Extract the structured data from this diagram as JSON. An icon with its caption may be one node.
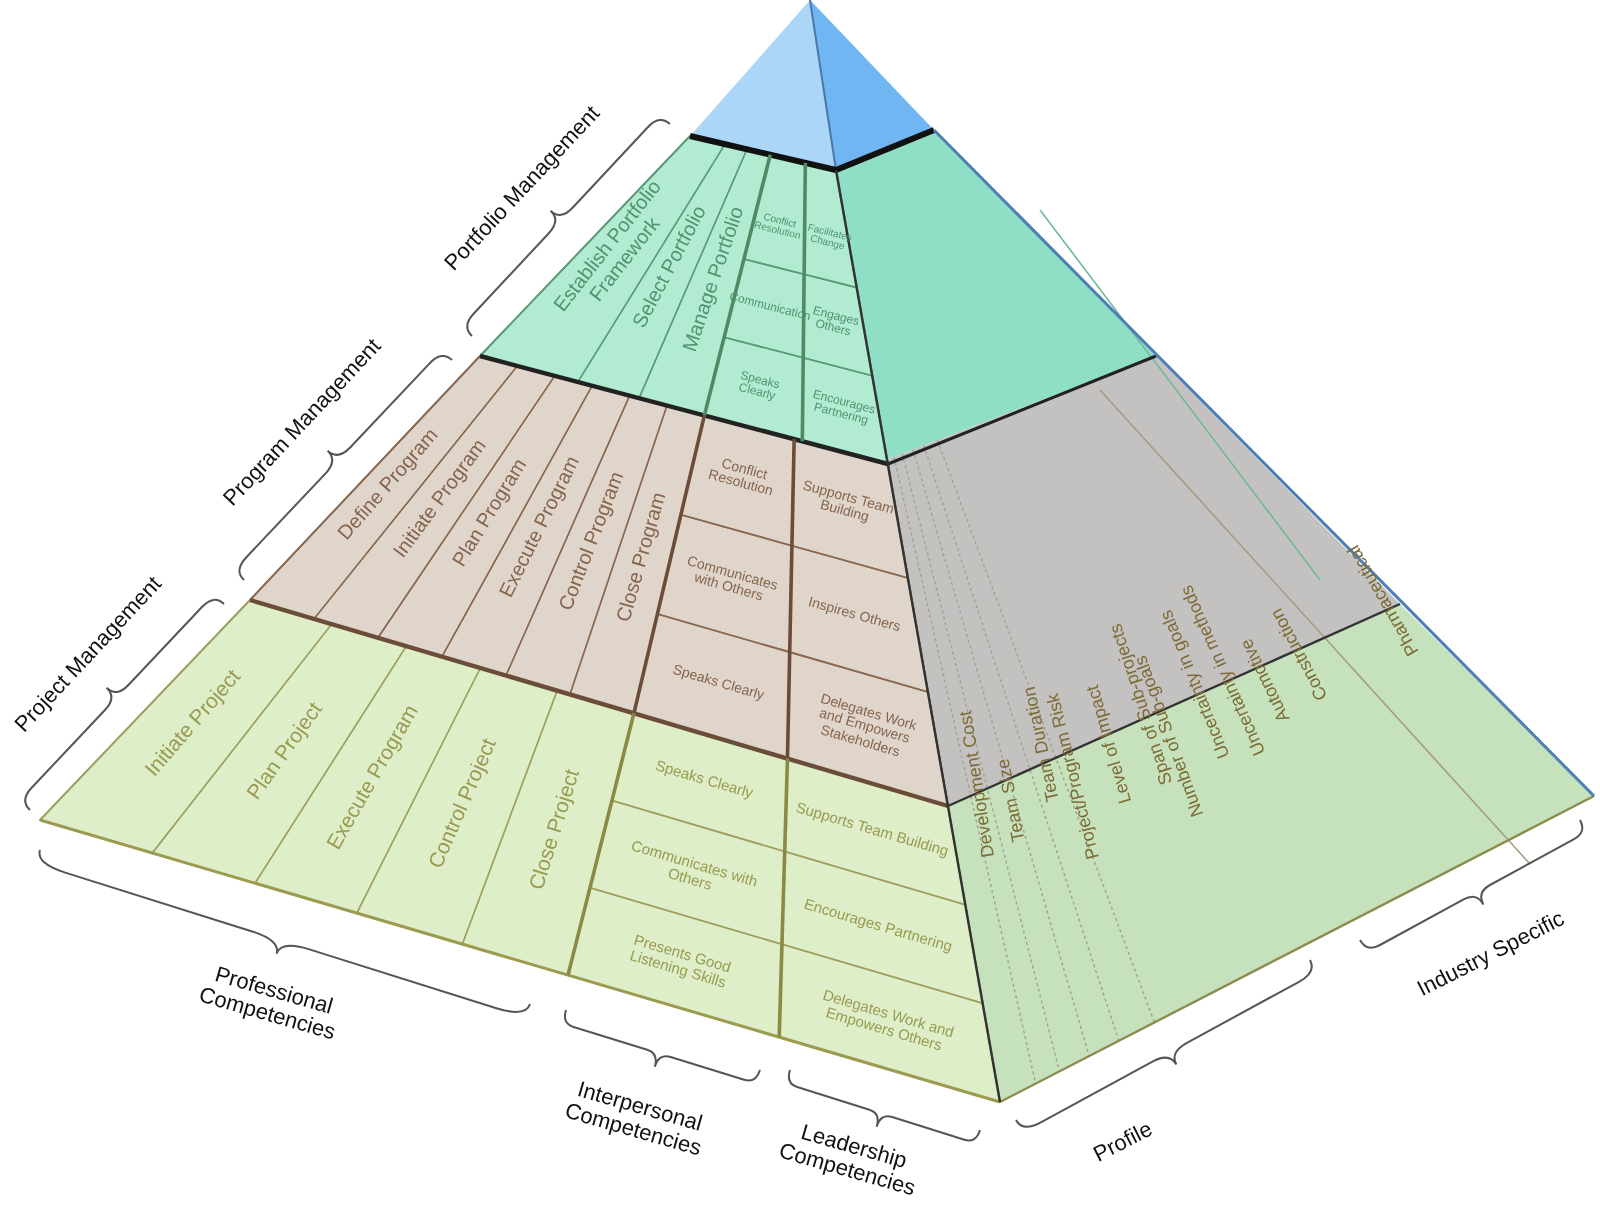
{
  "diagram": {
    "nodes": [
      {
        "text": [
          "Establish Portfolio Framework"
        ]
      },
      {
        "text": [
          "Select Portfolio"
        ]
      },
      {
        "text": [
          "Manage Portfolio"
        ]
      },
      {
        "text": [
          "Conflict Resolution"
        ]
      },
      {
        "text": [
          "Communication"
        ]
      },
      {
        "text": [
          "Speaks Clearly"
        ]
      },
      {
        "text": [
          "Facilitates Change"
        ]
      },
      {
        "text": [
          "Engages Others"
        ]
      },
      {
        "text": [
          "Encourages Partnering"
        ]
      },
      {
        "text": [
          "Define Program"
        ]
      },
      {
        "text": [
          "Initiate Program"
        ]
      },
      {
        "text": [
          "Plan Program"
        ]
      },
      {
        "text": [
          "Execute Program"
        ]
      },
      {
        "text": [
          "Control Program"
        ]
      },
      {
        "text": [
          "Close Program"
        ]
      },
      {
        "text": [
          "Conflict Resolution"
        ]
      },
      {
        "text": [
          "Communicates with Others"
        ]
      },
      {
        "text": [
          "Speaks Clearly"
        ]
      },
      {
        "text": [
          "Supports Team Building"
        ]
      },
      {
        "text": [
          "Inspires Others"
        ]
      },
      {
        "text": [
          "Delegates Work and Empowers Stakeholders"
        ]
      },
      {
        "text": [
          "Initiate Project"
        ]
      },
      {
        "text": [
          "Plan Project"
        ]
      },
      {
        "text": [
          "Execute Program"
        ]
      },
      {
        "text": [
          "Control Project"
        ]
      },
      {
        "text": [
          "Close Project"
        ]
      },
      {
        "text": [
          "Speaks Clearly"
        ]
      },
      {
        "text": [
          "Communicates with Others"
        ]
      },
      {
        "text": [
          "Presents Good Listening Skills"
        ]
      },
      {
        "text": [
          "Supports Team Building"
        ]
      },
      {
        "text": [
          "Encourages Partnering"
        ]
      },
      {
        "text": [
          "Delegates Work and Empowers Others"
        ]
      }
    ],
    "labels": [
      "Portfolio Management",
      "Program Management",
      "Project Management",
      "Development Cost",
      "Team Size",
      "Team Duration",
      "Project/Program Risk",
      "Level of Impact",
      "Span of Sub-projects",
      "Number of Sub-goals",
      "Uncertainty in goals",
      "Uncertainty in methods",
      "Automotive",
      "Construction",
      "Pharmaceutical",
      "Professional Competencies",
      "Interpersonal Competencies",
      "Leadership Competencies",
      "Profile",
      "Industry Specific"
    ]
  }
}
